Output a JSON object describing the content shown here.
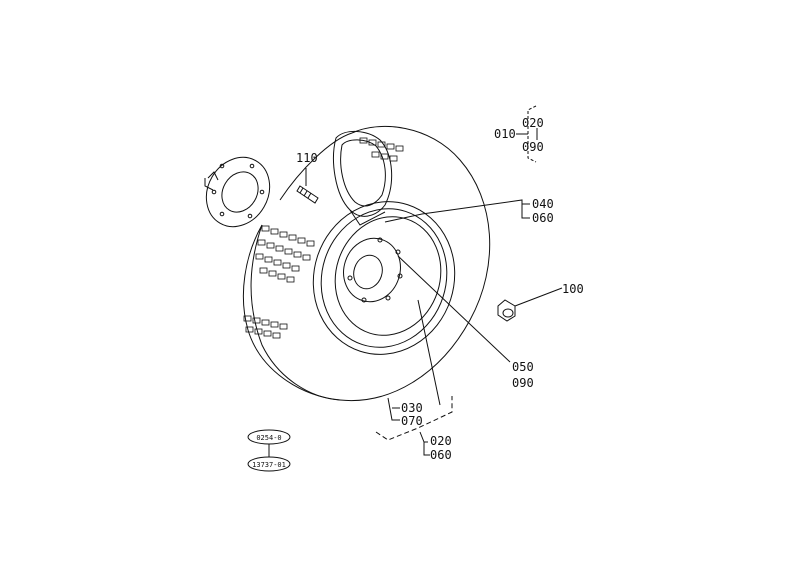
{
  "labels": {
    "p010": "010",
    "p020a": "020",
    "p090a": "090",
    "p110": "110",
    "p040": "040",
    "p060a": "060",
    "p100": "100",
    "p050": "050",
    "p090b": "090",
    "p030": "030",
    "p070": "070",
    "p020b": "020",
    "p060b": "060"
  },
  "stamps": {
    "top": "0254-0",
    "bottom": "13737-01"
  }
}
